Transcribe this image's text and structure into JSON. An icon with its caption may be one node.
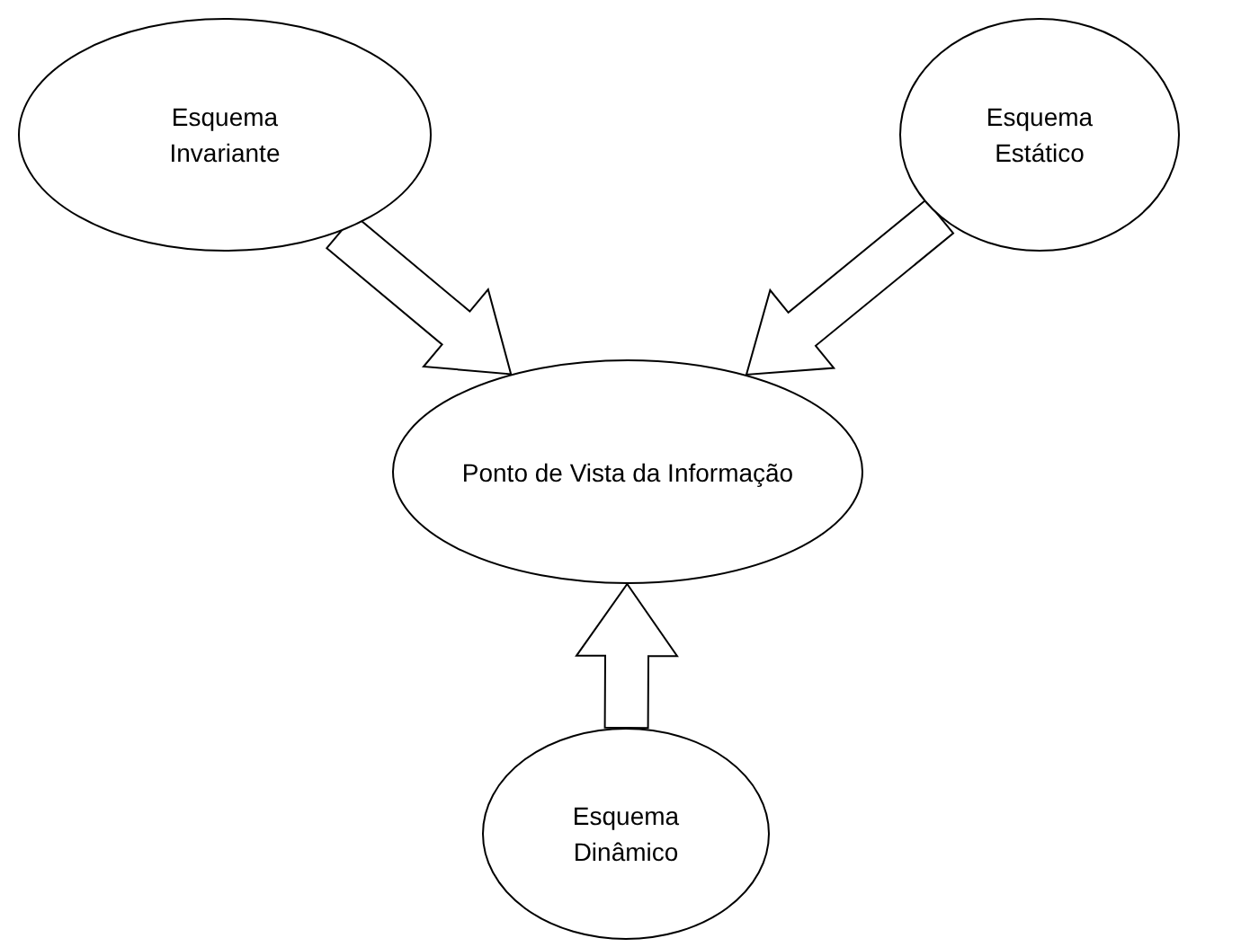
{
  "diagram": {
    "nodes": [
      {
        "text": [
          "Esquema Invariante"
        ]
      },
      {
        "text": [
          "Esquema Estático"
        ]
      },
      {
        "text": [
          "Ponto de Vista da Informação"
        ]
      },
      {
        "text": [
          "Esquema Dinâmico"
        ]
      }
    ],
    "edges": [
      {
        "from": 0,
        "to": 2,
        "arrow": "to"
      },
      {
        "from": 1,
        "to": 2,
        "arrow": "to"
      },
      {
        "from": 3,
        "to": 2,
        "arrow": "to"
      }
    ]
  }
}
